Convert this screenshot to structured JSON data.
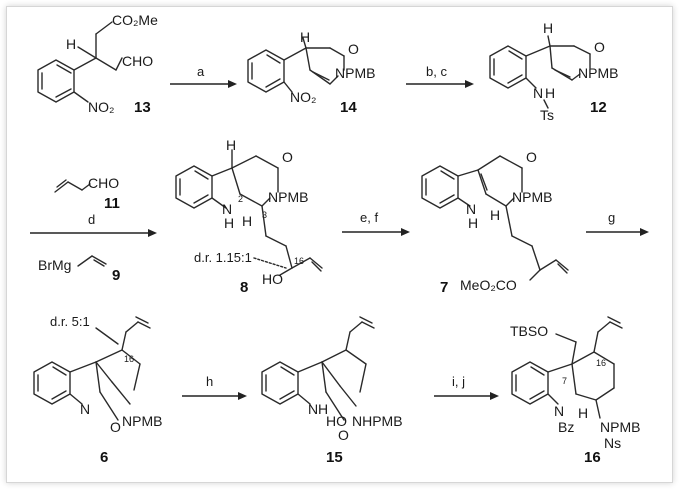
{
  "compounds": {
    "c13": {
      "id": "13",
      "ester": "CO₂Me",
      "aldehyde": "CHO",
      "h": "H",
      "nitro": "NO₂"
    },
    "c14": {
      "id": "14",
      "o": "O",
      "npmb": "NPMB",
      "nitro": "NO₂",
      "h": "H"
    },
    "c12": {
      "id": "12",
      "o": "O",
      "npmb": "NPMB",
      "nh": "N",
      "h_nh": "H",
      "ts": "Ts",
      "h": "H"
    },
    "c11": {
      "id": "11",
      "cho": "CHO"
    },
    "c9": {
      "id": "9",
      "brmg": "BrMg"
    },
    "c8": {
      "id": "8",
      "h": "H",
      "o": "O",
      "npmb": "NPMB",
      "nh_n": "N",
      "nh_h": "H",
      "h_bottom": "H",
      "pos2": "2",
      "pos3": "3",
      "pos16": "16",
      "ho": "HO",
      "dr": "d.r. 1.15:1"
    },
    "c7": {
      "id": "7",
      "o": "O",
      "npmb": "NPMB",
      "n": "N",
      "nh": "H",
      "h": "H",
      "ester": "MeO₂CO"
    },
    "c6": {
      "id": "6",
      "dr": "d.r. 5:1",
      "pos16": "16",
      "n": "N",
      "o": "O",
      "npmb": "NPMB"
    },
    "c15": {
      "id": "15",
      "nh": "N",
      "nh_h": "H",
      "ho": "HO",
      "o": "O",
      "nhpmb": "NHPMB"
    },
    "c16": {
      "id": "16",
      "tbso": "TBSO",
      "pos16": "16",
      "pos7": "7",
      "n": "N",
      "bz": "Bz",
      "h": "H",
      "npmb": "NPMB",
      "ns": "Ns"
    }
  },
  "steps": {
    "a": "a",
    "bc": "b, c",
    "d": "d",
    "ef": "e, f",
    "g": "g",
    "h": "h",
    "ij": "i, j"
  }
}
